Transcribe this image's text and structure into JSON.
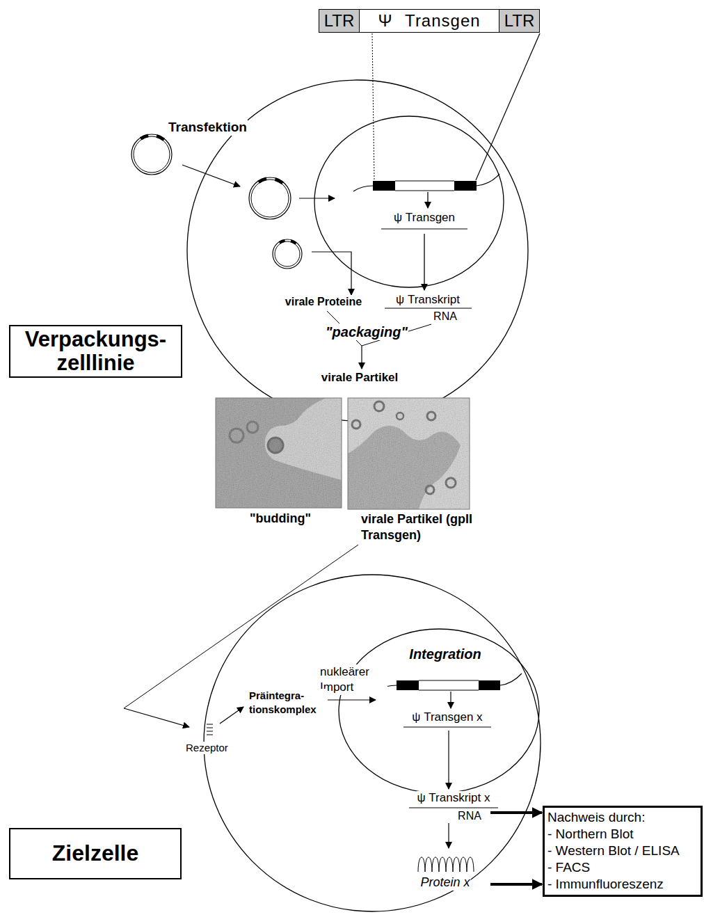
{
  "diagram": {
    "nodes": [
      {
        "text": [
          "LTR",
          "Ψ Transgen",
          "LTR"
        ]
      },
      {
        "text": [
          "Verpackungs- zelllinie"
        ]
      },
      {
        "text": [
          "Zielzelle"
        ]
      },
      {
        "text": [
          "Nachweis durch:",
          "- Northern Blot",
          "- Western Blot / ELISA",
          "- FACS",
          "- Immunfluoreszenz"
        ]
      }
    ],
    "labels": [
      "Transfektion",
      "ψ Transgen",
      "virale Proteine",
      "ψ Transkript",
      "RNA",
      "\"packaging\"",
      "virale Partikel",
      "\"budding\"",
      "virale Partikel (gpII Transgen)",
      "Integration",
      "nukleärer Import",
      "Präintegra- tionskomplex",
      "Rezeptor",
      "ψ Transgen x",
      "ψ Transkript x",
      "RNA",
      "Protein x"
    ]
  }
}
